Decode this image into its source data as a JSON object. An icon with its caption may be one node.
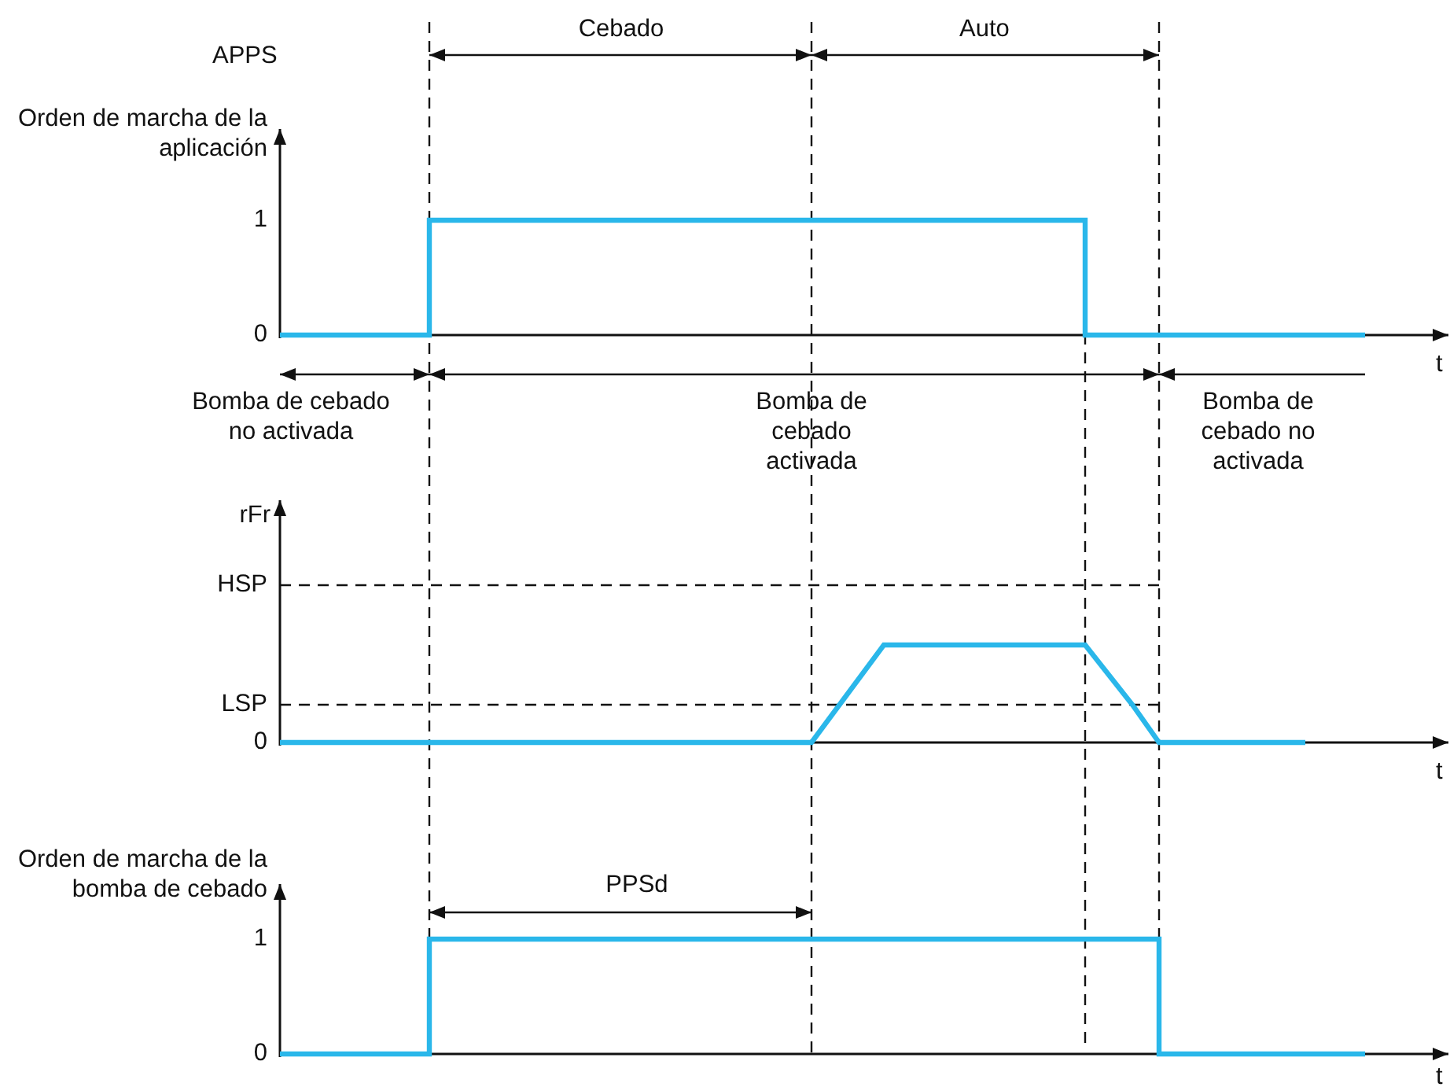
{
  "diagram": {
    "labels": [
      "APPS",
      "Cebado",
      "Auto",
      "Orden de marcha de la aplicación",
      "1",
      "0",
      "t",
      "Bomba de cebado no activada",
      "Bomba de cebado activada",
      "Bomba de cebado no activada",
      "rFr",
      "HSP",
      "LSP",
      "0",
      "t",
      "Orden de marcha de la bomba de cebado",
      "PPSd",
      "1",
      "0",
      "t"
    ]
  }
}
